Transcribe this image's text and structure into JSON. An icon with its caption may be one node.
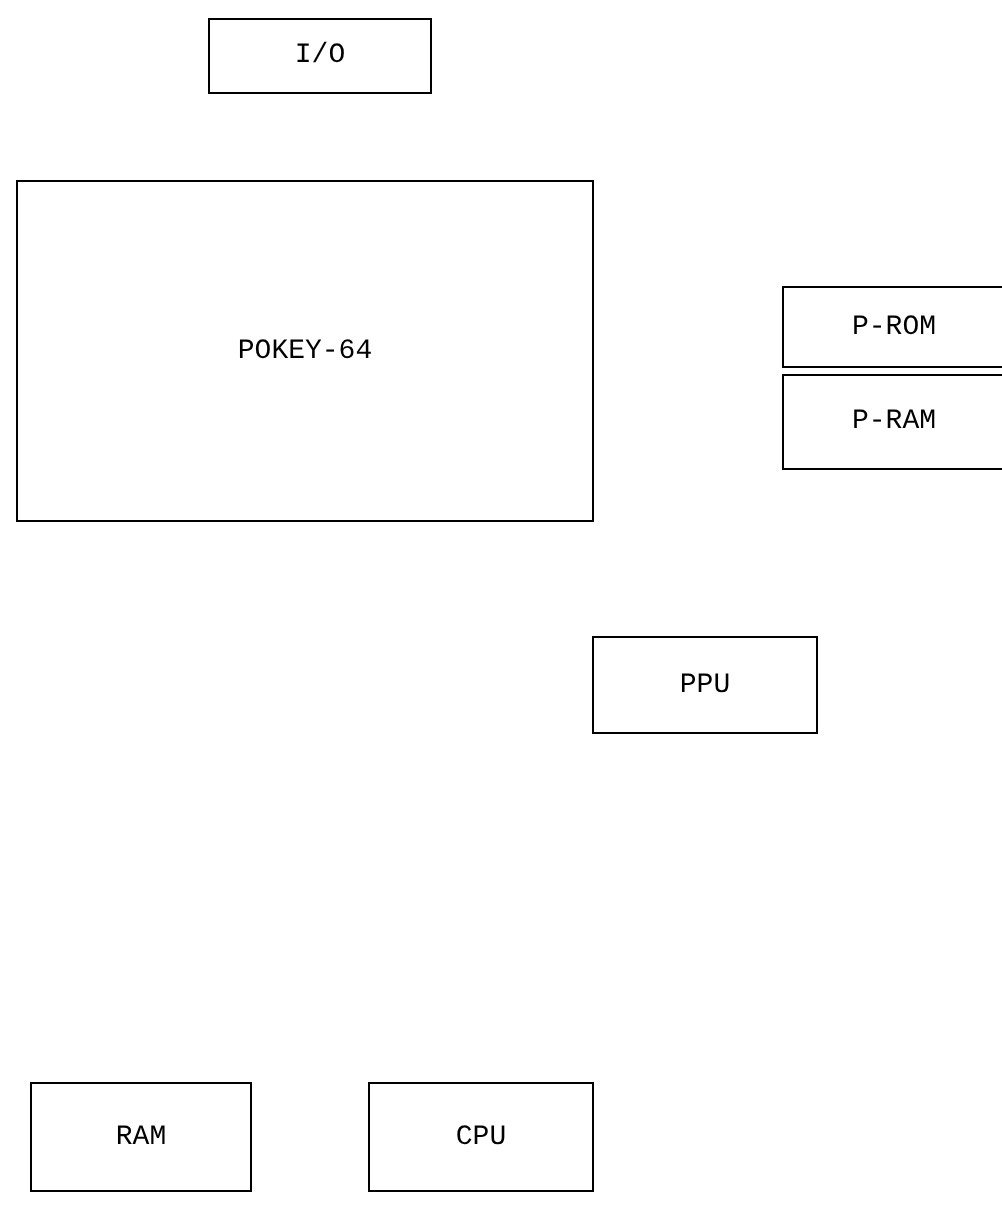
{
  "diagram": {
    "nodes": [
      {
        "text": [
          "I/O"
        ]
      },
      {
        "text": [
          "POKEY-64"
        ]
      },
      {
        "text": [
          "P-ROM"
        ]
      },
      {
        "text": [
          "P-RAM"
        ]
      },
      {
        "text": [
          "PPU"
        ]
      },
      {
        "text": [
          "RAM"
        ]
      },
      {
        "text": [
          "CPU"
        ]
      }
    ]
  }
}
